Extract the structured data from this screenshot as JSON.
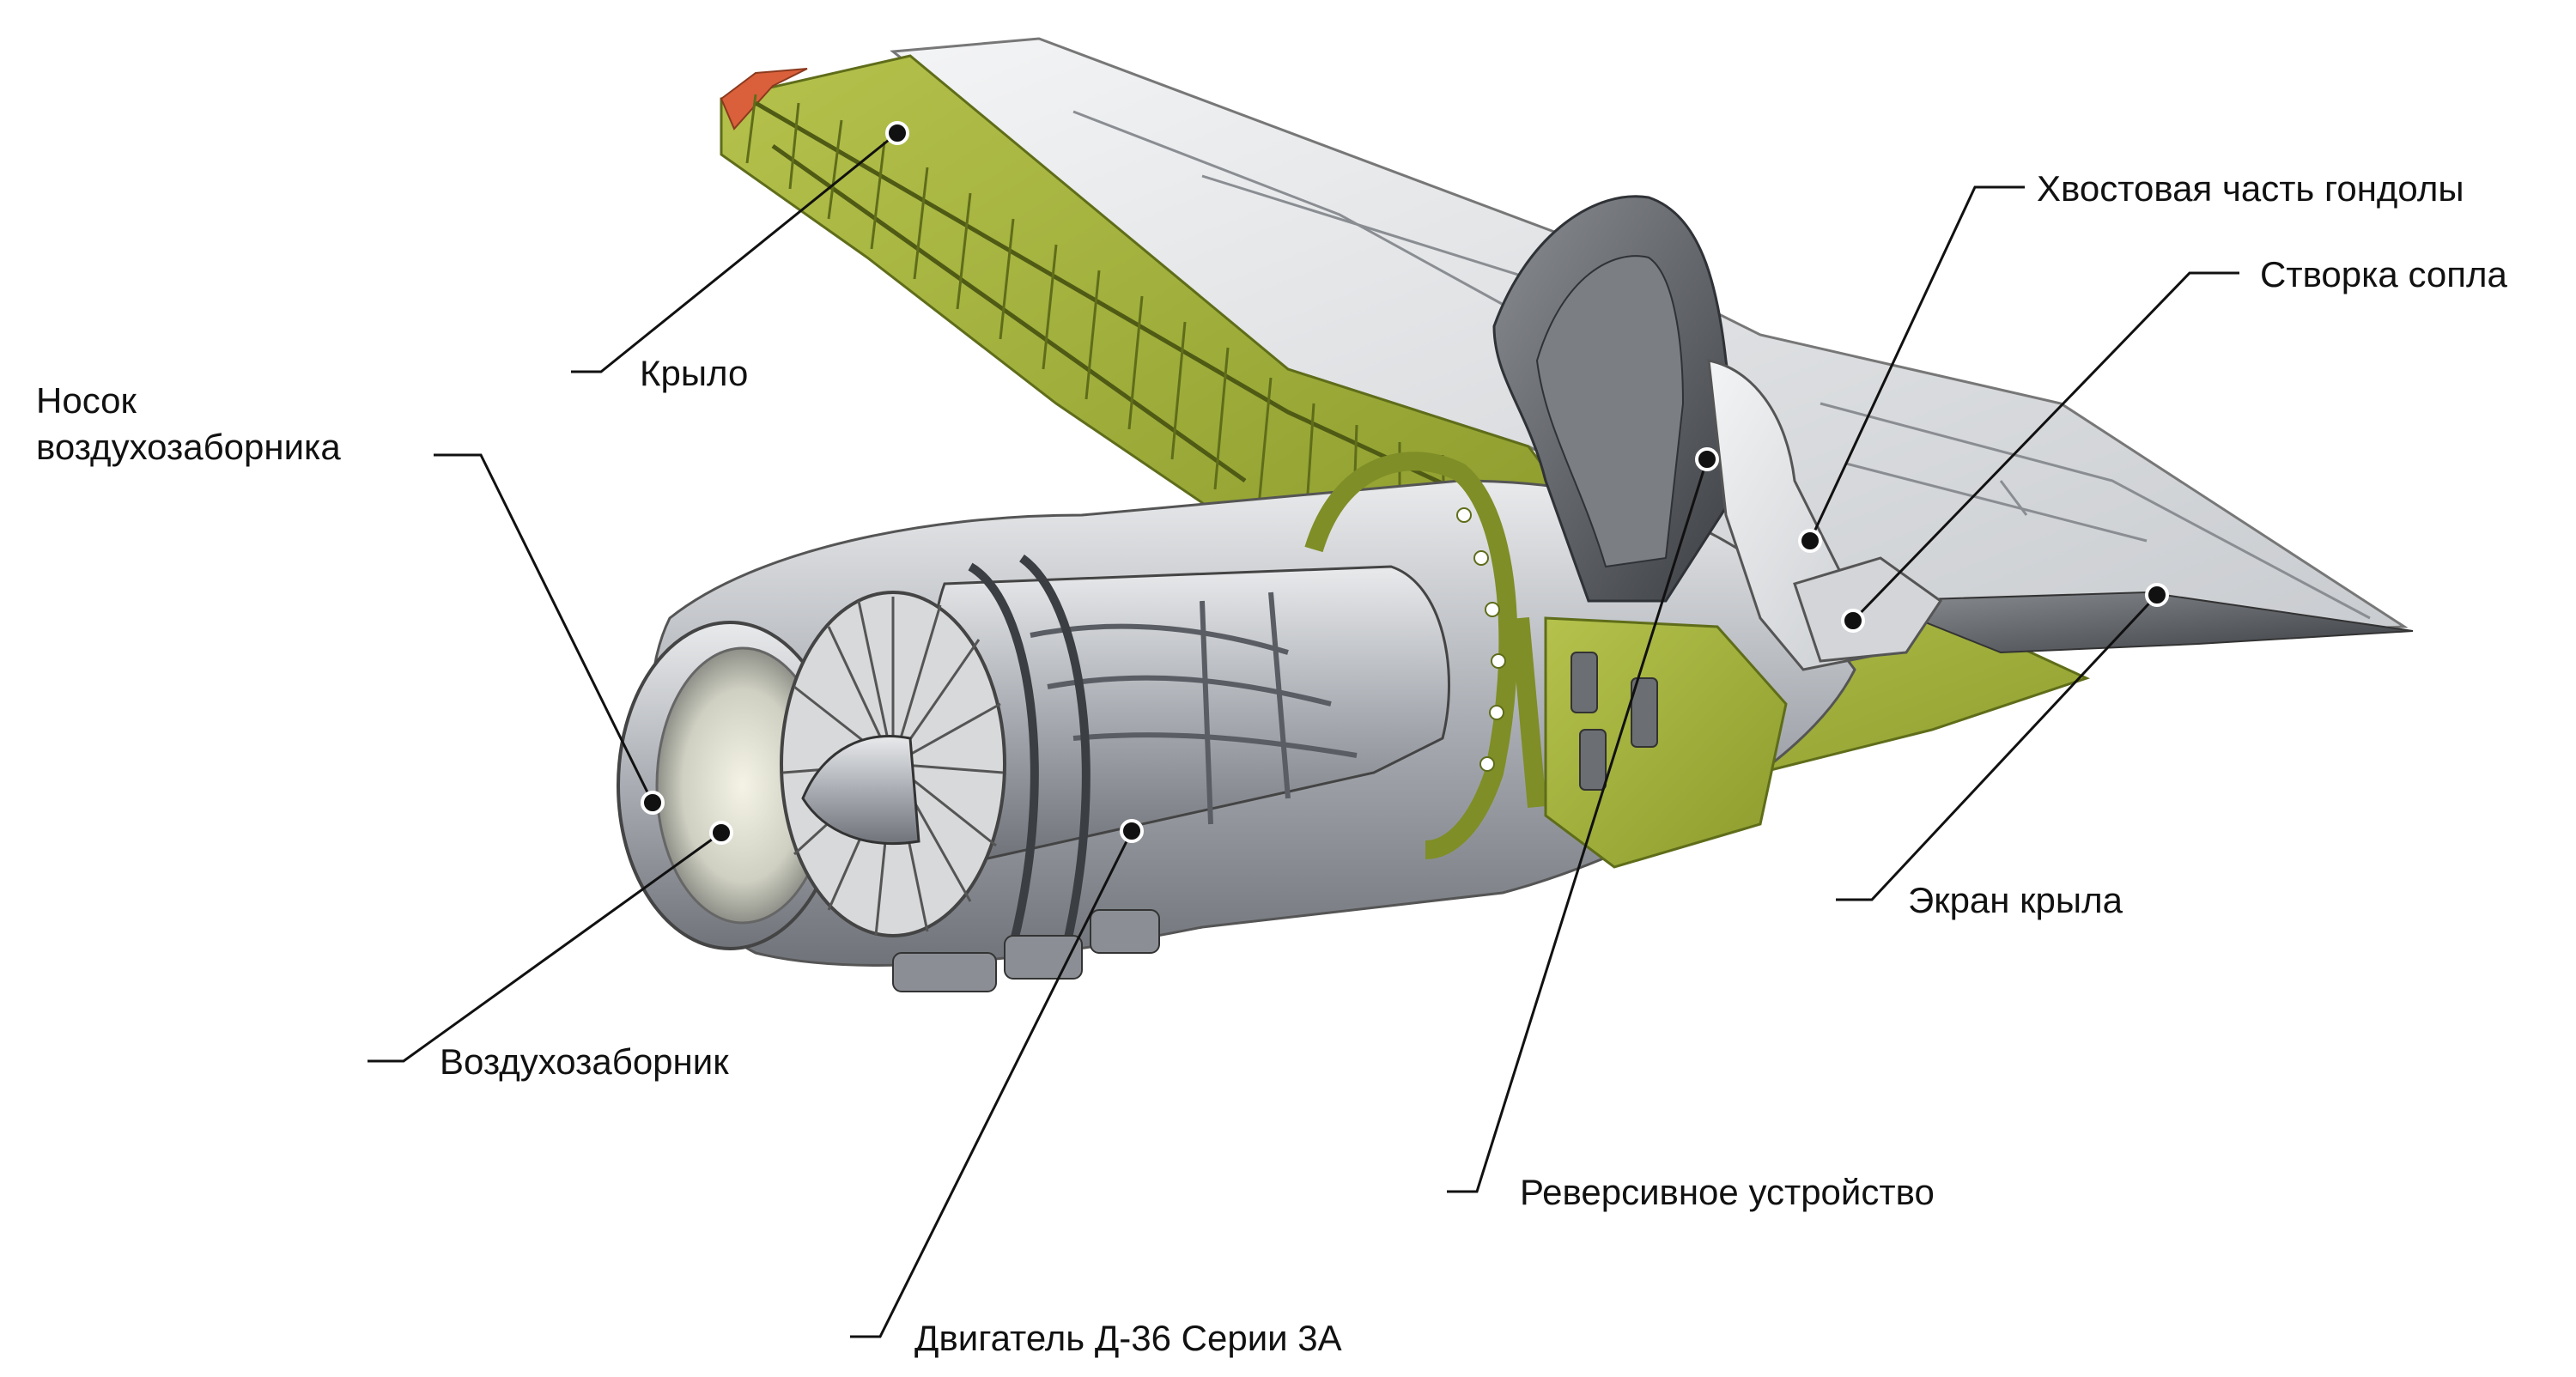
{
  "labels": {
    "wing": "Крыло",
    "inlet_lip_line1": "Носок",
    "inlet_lip_line2": "воздухозаборника",
    "inlet": "Воздухозаборник",
    "engine": "Двигатель Д-36 Серии 3А",
    "reverser": "Реверсивное устройство",
    "nacelle_tail": "Хвостовая часть гондолы",
    "nozzle_flap": "Створка сопла",
    "wing_shield": "Экран крыла"
  },
  "colors": {
    "structure_green": "#9fb03a",
    "structure_green_dark": "#6f7f22",
    "skin_gray": "#e6e7e8",
    "metal_gray": "#9aa0a6",
    "dark_gray": "#4a4d52",
    "leading_edge": "#d9603a",
    "leader_line": "#111111"
  }
}
